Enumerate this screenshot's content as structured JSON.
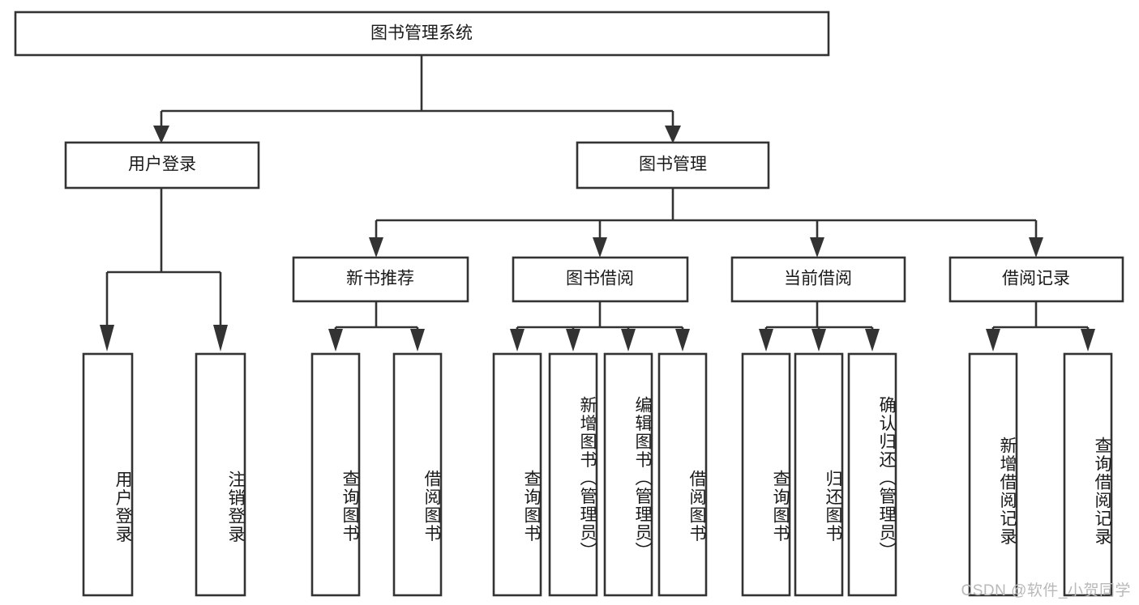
{
  "diagram": {
    "title": "图书管理系统",
    "type": "hierarchy-tree",
    "orientation": "top-down",
    "levels": 4,
    "colors": {
      "background": "#ffffff",
      "box_fill": "#ffffff",
      "box_stroke": "#333333",
      "text": "#1a1a1a",
      "watermark": "#b9b9b9"
    },
    "root": {
      "id": "root",
      "label": "图书管理系统",
      "orientation": "horizontal"
    },
    "level1": [
      {
        "id": "user-login",
        "label": "用户登录",
        "orientation": "horizontal"
      },
      {
        "id": "book-manage",
        "label": "图书管理",
        "orientation": "horizontal"
      }
    ],
    "level2": [
      {
        "id": "new-book-recommend",
        "label": "新书推荐",
        "orientation": "horizontal",
        "parent": "book-manage"
      },
      {
        "id": "book-borrow",
        "label": "图书借阅",
        "orientation": "horizontal",
        "parent": "book-manage"
      },
      {
        "id": "current-borrow",
        "label": "当前借阅",
        "orientation": "horizontal",
        "parent": "book-manage"
      },
      {
        "id": "borrow-record",
        "label": "借阅记录",
        "orientation": "horizontal",
        "parent": "book-manage"
      }
    ],
    "leaves": [
      {
        "id": "leaf-user-login",
        "label": "用户登录",
        "orientation": "vertical",
        "parent": "user-login"
      },
      {
        "id": "leaf-user-logout",
        "label": "注销登录",
        "orientation": "vertical",
        "parent": "user-login"
      },
      {
        "id": "leaf-query-book-1",
        "label": "查询图书",
        "orientation": "vertical",
        "parent": "new-book-recommend"
      },
      {
        "id": "leaf-borrow-book-1",
        "label": "借阅图书",
        "orientation": "vertical",
        "parent": "new-book-recommend"
      },
      {
        "id": "leaf-query-book-2",
        "label": "查询图书",
        "orientation": "vertical",
        "parent": "book-borrow"
      },
      {
        "id": "leaf-add-book",
        "label": "新增图书（管理员）",
        "orientation": "vertical",
        "parent": "book-borrow"
      },
      {
        "id": "leaf-edit-book",
        "label": "编辑图书（管理员）",
        "orientation": "vertical",
        "parent": "book-borrow"
      },
      {
        "id": "leaf-borrow-book-2",
        "label": "借阅图书",
        "orientation": "vertical",
        "parent": "book-borrow"
      },
      {
        "id": "leaf-query-book-3",
        "label": "查询图书",
        "orientation": "vertical",
        "parent": "current-borrow"
      },
      {
        "id": "leaf-return-book",
        "label": "归还图书",
        "orientation": "vertical",
        "parent": "current-borrow"
      },
      {
        "id": "leaf-confirm-return",
        "label": "确认归还（管理员）",
        "orientation": "vertical",
        "parent": "current-borrow"
      },
      {
        "id": "leaf-add-record",
        "label": "新增借阅记录",
        "orientation": "vertical",
        "parent": "borrow-record"
      },
      {
        "id": "leaf-query-record",
        "label": "查询借阅记录",
        "orientation": "vertical",
        "parent": "borrow-record"
      }
    ]
  },
  "watermark": {
    "text": "CSDN @软件_小贺同学"
  }
}
